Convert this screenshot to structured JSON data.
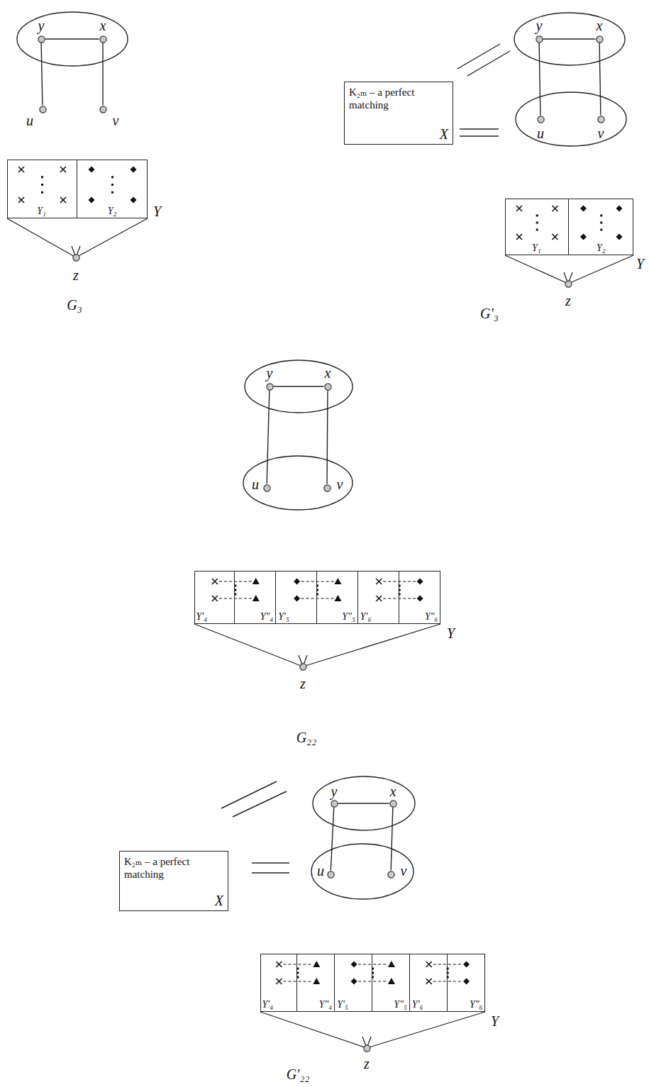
{
  "diagram": {
    "nodes": [
      {
        "text": [
          "y"
        ]
      },
      {
        "text": [
          "x"
        ]
      },
      {
        "text": [
          "u"
        ]
      },
      {
        "text": [
          "v"
        ]
      },
      {
        "text": [
          "Y"
        ]
      },
      {
        "text": [
          "Y₁"
        ],
        "in": 4
      },
      {
        "text": [
          "Y₂"
        ],
        "in": 4
      },
      {
        "text": [
          "z"
        ]
      },
      {
        "text": [
          "y"
        ]
      },
      {
        "text": [
          "x"
        ]
      },
      {
        "text": [
          "K₂ₘ – a perfect matching",
          "X"
        ]
      },
      {
        "text": [
          "u"
        ]
      },
      {
        "text": [
          "v"
        ]
      },
      {
        "text": [
          "Y"
        ]
      },
      {
        "text": [
          "Y₁"
        ],
        "in": 13
      },
      {
        "text": [
          "Y₂"
        ],
        "in": 13
      },
      {
        "text": [
          "z"
        ]
      },
      {
        "text": [
          "y"
        ]
      },
      {
        "text": [
          "x"
        ]
      },
      {
        "text": [
          "u"
        ]
      },
      {
        "text": [
          "v"
        ]
      },
      {
        "text": [
          "Y"
        ]
      },
      {
        "text": [
          "Y′₄"
        ],
        "in": 21
      },
      {
        "text": [
          "Y″₄"
        ],
        "in": 21
      },
      {
        "text": [
          "Y′₅"
        ],
        "in": 21
      },
      {
        "text": [
          "Y″₅"
        ],
        "in": 21
      },
      {
        "text": [
          "Y′₆"
        ],
        "in": 21
      },
      {
        "text": [
          "Y″₆"
        ],
        "in": 21
      },
      {
        "text": [
          "z"
        ]
      },
      {
        "text": [
          "y"
        ]
      },
      {
        "text": [
          "x"
        ]
      },
      {
        "text": [
          "K₂ₘ – a perfect matching",
          "X"
        ]
      },
      {
        "text": [
          "u"
        ]
      },
      {
        "text": [
          "v"
        ]
      },
      {
        "text": [
          "Y"
        ]
      },
      {
        "text": [
          "Y′₄"
        ],
        "in": 34
      },
      {
        "text": [
          "Y″₄"
        ],
        "in": 34
      },
      {
        "text": [
          "Y′₅"
        ],
        "in": 34
      },
      {
        "text": [
          "Y″₅"
        ],
        "in": 34
      },
      {
        "text": [
          "Y′₆"
        ],
        "in": 34
      },
      {
        "text": [
          "Y″₆"
        ],
        "in": 34
      },
      {
        "text": [
          "z"
        ]
      }
    ],
    "edges": [
      {
        "from": 0,
        "to": 1,
        "arrow": "none"
      },
      {
        "from": 0,
        "to": 2,
        "arrow": "none"
      },
      {
        "from": 1,
        "to": 3,
        "arrow": "none"
      },
      {
        "from": 8,
        "to": 9,
        "arrow": "none"
      },
      {
        "from": 8,
        "to": 11,
        "arrow": "none"
      },
      {
        "from": 9,
        "to": 12,
        "arrow": "none"
      },
      {
        "from": 17,
        "to": 18,
        "arrow": "none"
      },
      {
        "from": 17,
        "to": 19,
        "arrow": "none"
      },
      {
        "from": 18,
        "to": 20,
        "arrow": "none"
      },
      {
        "from": 29,
        "to": 30,
        "arrow": "none"
      },
      {
        "from": 29,
        "to": 32,
        "arrow": "none"
      },
      {
        "from": 30,
        "to": 33,
        "arrow": "none"
      }
    ],
    "labels": [
      "G₃",
      "G′₃",
      "G₂₂",
      "G′₂₂"
    ]
  }
}
